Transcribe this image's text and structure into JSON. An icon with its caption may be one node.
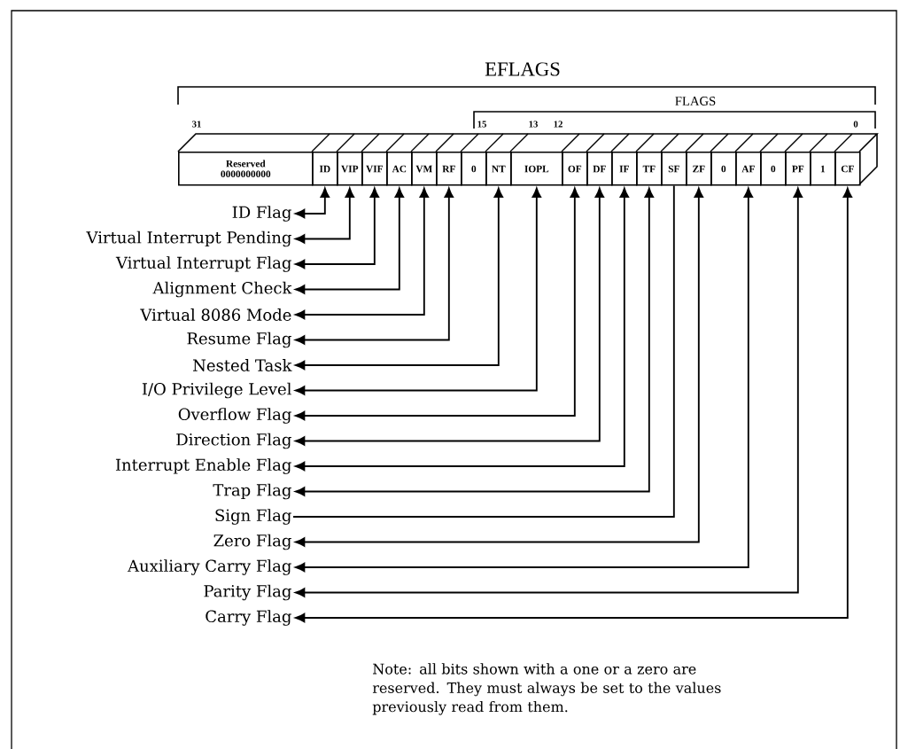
{
  "diagram": {
    "nodes": [
      {
        "text": [
          "Reserved",
          "0000000000"
        ]
      },
      {
        "text": [
          "ID"
        ]
      },
      {
        "text": [
          "VIP"
        ]
      },
      {
        "text": [
          "VIF"
        ]
      },
      {
        "text": [
          "AC"
        ]
      },
      {
        "text": [
          "VM"
        ]
      },
      {
        "text": [
          "RF"
        ]
      },
      {
        "text": [
          "0"
        ]
      },
      {
        "text": [
          "NT"
        ]
      },
      {
        "text": [
          "IOPL"
        ]
      },
      {
        "text": [
          "OF"
        ]
      },
      {
        "text": [
          "DF"
        ]
      },
      {
        "text": [
          "IF"
        ]
      },
      {
        "text": [
          "TF"
        ]
      },
      {
        "text": [
          "SF"
        ]
      },
      {
        "text": [
          "ZF"
        ]
      },
      {
        "text": [
          "0"
        ]
      },
      {
        "text": [
          "AF"
        ]
      },
      {
        "text": [
          "0"
        ]
      },
      {
        "text": [
          "PF"
        ]
      },
      {
        "text": [
          "1"
        ]
      },
      {
        "text": [
          "CF"
        ]
      },
      {
        "text": [
          "ID Flag"
        ]
      },
      {
        "text": [
          "Virtual Interrupt Pending"
        ]
      },
      {
        "text": [
          "Virtual Interrupt Flag"
        ]
      },
      {
        "text": [
          "Alignment Check"
        ]
      },
      {
        "text": [
          "Virtual 8086 Mode"
        ]
      },
      {
        "text": [
          "Resume Flag"
        ]
      },
      {
        "text": [
          "Nested Task"
        ]
      },
      {
        "text": [
          "I/O Privilege Level"
        ]
      },
      {
        "text": [
          "Overflow Flag"
        ]
      },
      {
        "text": [
          "Direction Flag"
        ]
      },
      {
        "text": [
          "Interrupt Enable Flag"
        ]
      },
      {
        "text": [
          "Trap Flag"
        ]
      },
      {
        "text": [
          "Sign Flag"
        ]
      },
      {
        "text": [
          "Zero Flag"
        ]
      },
      {
        "text": [
          "Auxiliary Carry Flag"
        ]
      },
      {
        "text": [
          "Parity Flag"
        ]
      },
      {
        "text": [
          "Carry Flag"
        ]
      }
    ],
    "edges": [
      {
        "from": 1,
        "to": 22,
        "arrow": "both"
      },
      {
        "from": 2,
        "to": 23,
        "arrow": "both"
      },
      {
        "from": 3,
        "to": 24,
        "arrow": "both"
      },
      {
        "from": 4,
        "to": 25,
        "arrow": "both"
      },
      {
        "from": 5,
        "to": 26,
        "arrow": "both"
      },
      {
        "from": 6,
        "to": 27,
        "arrow": "both"
      },
      {
        "from": 8,
        "to": 28,
        "arrow": "both"
      },
      {
        "from": 9,
        "to": 29,
        "arrow": "both"
      },
      {
        "from": 10,
        "to": 30,
        "arrow": "both"
      },
      {
        "from": 11,
        "to": 31,
        "arrow": "both"
      },
      {
        "from": 12,
        "to": 32,
        "arrow": "both"
      },
      {
        "from": 13,
        "to": 33,
        "arrow": "both"
      },
      {
        "from": 14,
        "to": 34,
        "arrow": "none"
      },
      {
        "from": 15,
        "to": 35,
        "arrow": "both"
      },
      {
        "from": 17,
        "to": 36,
        "arrow": "both"
      },
      {
        "from": 19,
        "to": 37,
        "arrow": "both"
      },
      {
        "from": 21,
        "to": 38,
        "arrow": "both"
      }
    ],
    "labels": [
      "EFLAGS",
      "FLAGS",
      "31",
      "15",
      "13",
      "12",
      "0",
      "Note: all bits shown with a one or a zero are reserved. They must always be set to the values previously read from them."
    ]
  }
}
